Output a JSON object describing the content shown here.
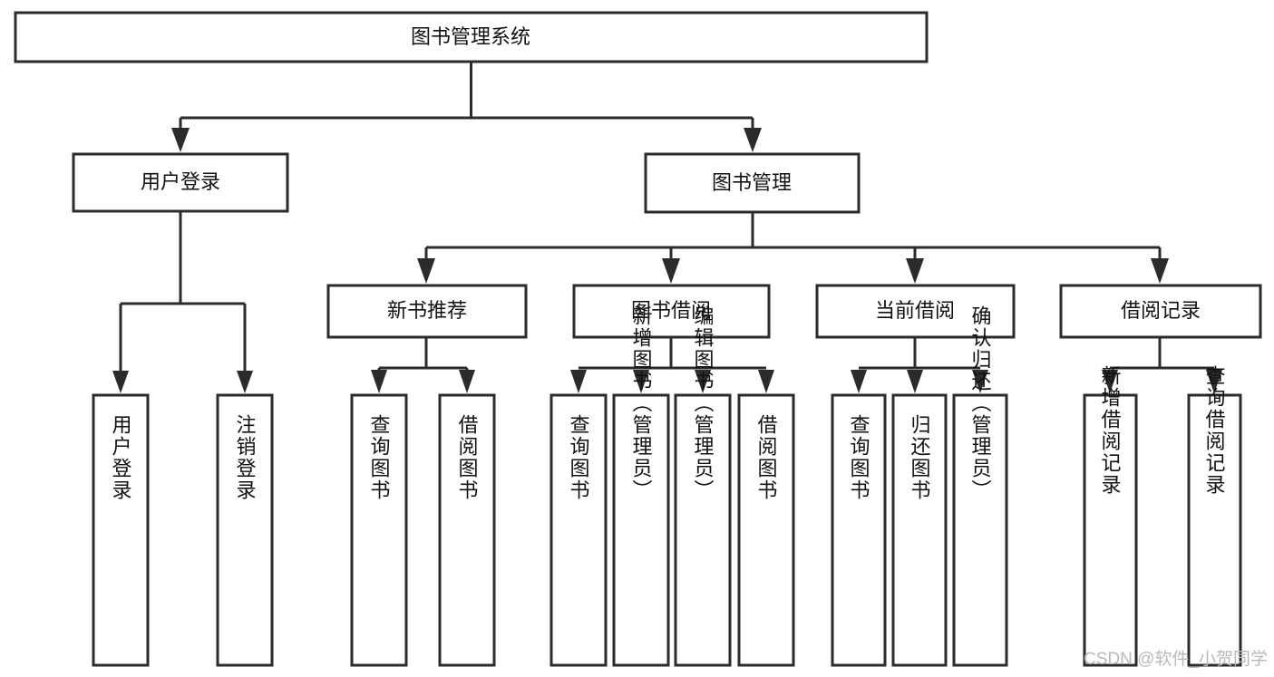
{
  "diagram": {
    "type": "tree-hierarchy-chart",
    "title": "图书管理系统",
    "colors": {
      "stroke": "#2b2b2b",
      "fill": "#ffffff",
      "text": "#111111",
      "watermark": "#b9b9b9",
      "background": "#ffffff"
    },
    "levels": {
      "level1": [
        {
          "id": "root",
          "label": "图书管理系统"
        }
      ],
      "level2": [
        {
          "id": "user-login",
          "label": "用户登录",
          "parent": "root"
        },
        {
          "id": "book-management",
          "label": "图书管理",
          "parent": "root"
        }
      ],
      "level3": [
        {
          "id": "new-book-recommend",
          "label": "新书推荐",
          "parent": "book-management"
        },
        {
          "id": "book-borrow",
          "label": "图书借阅",
          "parent": "book-management"
        },
        {
          "id": "current-borrow",
          "label": "当前借阅",
          "parent": "book-management"
        },
        {
          "id": "borrow-record",
          "label": "借阅记录",
          "parent": "book-management"
        }
      ],
      "leaves": [
        {
          "id": "leaf-user-login",
          "label": "用户登录",
          "parent": "user-login"
        },
        {
          "id": "leaf-logout-login",
          "label": "注销登录",
          "parent": "user-login"
        },
        {
          "id": "leaf-query-book-1",
          "label": "查询图书",
          "parent": "new-book-recommend"
        },
        {
          "id": "leaf-borrow-book-1",
          "label": "借阅图书",
          "parent": "new-book-recommend"
        },
        {
          "id": "leaf-query-book-2",
          "label": "查询图书",
          "parent": "book-borrow"
        },
        {
          "id": "leaf-add-book",
          "label": "新增图书（管理员）",
          "parent": "book-borrow"
        },
        {
          "id": "leaf-edit-book",
          "label": "编辑图书（管理员）",
          "parent": "book-borrow"
        },
        {
          "id": "leaf-borrow-book-2",
          "label": "借阅图书",
          "parent": "book-borrow"
        },
        {
          "id": "leaf-query-book-3",
          "label": "查询图书",
          "parent": "current-borrow"
        },
        {
          "id": "leaf-return-book",
          "label": "归还图书",
          "parent": "current-borrow"
        },
        {
          "id": "leaf-confirm-return",
          "label": "确认归还（管理员）",
          "parent": "current-borrow"
        },
        {
          "id": "leaf-add-borrow-record",
          "label": "新增借阅记录",
          "parent": "borrow-record"
        },
        {
          "id": "leaf-query-borrow-record",
          "label": "查询借阅记录",
          "parent": "borrow-record"
        }
      ]
    },
    "watermark": "CSDN @软件_小贺同学"
  }
}
